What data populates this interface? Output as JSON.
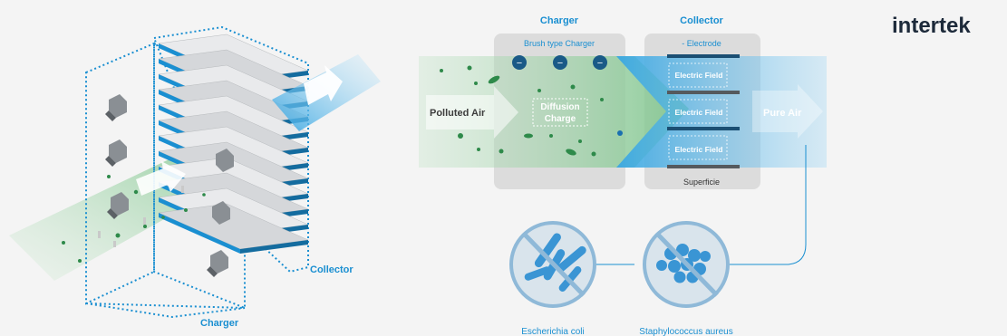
{
  "left_diagram": {
    "collector_label": "Collector",
    "charger_label": "Charger"
  },
  "right_diagram": {
    "charger_header": "Charger",
    "collector_header": "Collector",
    "brush_label": "Brush type Charger",
    "electrode_label": "- Electrode",
    "polluted_air": "Polluted Air",
    "diffusion_line1": "Diffusion",
    "diffusion_line2": "Charge",
    "electric_field_1": "Electric Field",
    "electric_field_2": "Electric Field",
    "electric_field_3": "Electric Field",
    "pure_air": "Pure Air",
    "superficie": "Superficie",
    "ion_symbol": "−"
  },
  "bacteria": {
    "ecoli_label": "Escherichia coli",
    "staph_label": "Staphylococcus aureus"
  },
  "brand": {
    "logo_text": "intertek"
  },
  "colors": {
    "accent": "#1a8fd1",
    "green": "#7cc48a",
    "blue_stream": "#4fb3e8",
    "panel": "#dcdcdc",
    "dark": "#1b4f73"
  }
}
